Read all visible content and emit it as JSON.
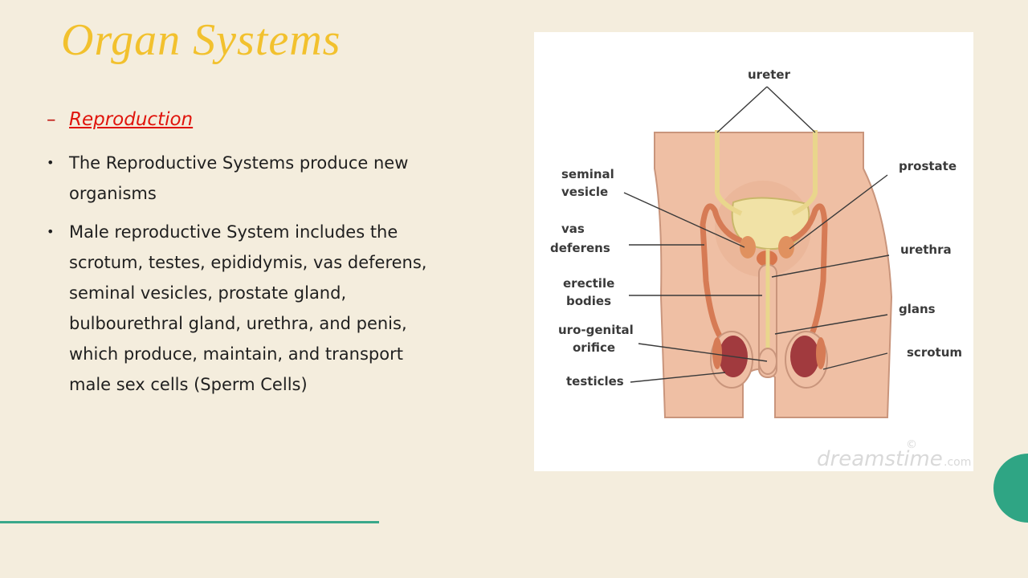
{
  "slide": {
    "title": "Organ Systems",
    "subheading": "Reproduction",
    "bullets": [
      "The Reproductive Systems produce new organisms",
      "Male reproductive System includes the scrotum, testes, epididymis, vas deferens, seminal vesicles, prostate gland, bulbourethral gland, urethra, and penis, which produce, maintain, and transport male sex cells (Sperm Cells)"
    ]
  },
  "diagram": {
    "labels": {
      "ureter": "ureter",
      "seminal_vesicle_1": "seminal",
      "seminal_vesicle_2": "vesicle",
      "prostate": "prostate",
      "vas_deferens_1": "vas",
      "vas_deferens_2": "deferens",
      "urethra": "urethra",
      "erectile_bodies_1": "erectile",
      "erectile_bodies_2": "bodies",
      "glans": "glans",
      "uro_genital_orifice_1": "uro-genital",
      "uro_genital_orifice_2": "orifice",
      "scrotum": "scrotum",
      "testicles": "testicles"
    },
    "watermark": "dreamstime",
    "watermark_suffix": ".com",
    "copyright_mark": "©"
  },
  "colors": {
    "background": "#f4eddd",
    "title": "#f2c12e",
    "subheading": "#e0140c",
    "accent": "#2fa584"
  }
}
